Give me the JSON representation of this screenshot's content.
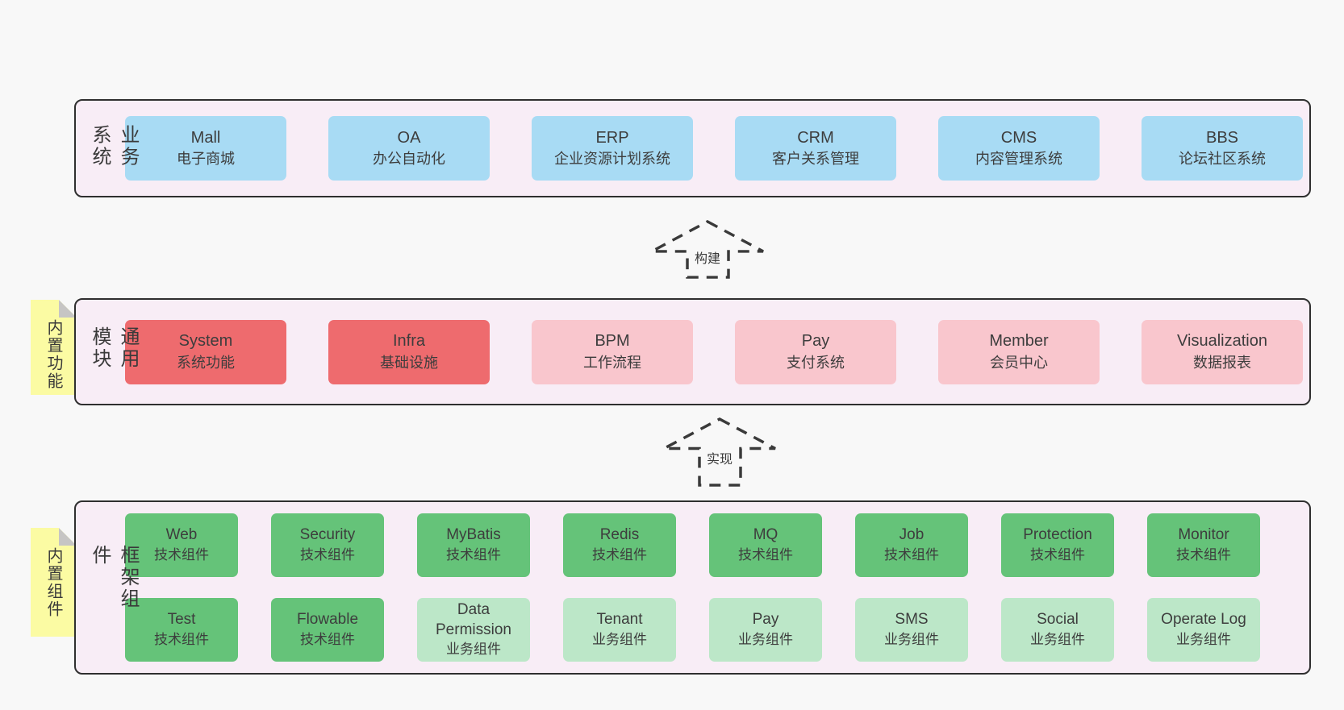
{
  "palette": {
    "page_bg": "#f8f8f8",
    "band_bg": "#f8edf6",
    "band_border": "#2f2f2f",
    "blue_box": "#a8dbf4",
    "red_box": "#ee6b6e",
    "pink_box": "#f9c6cd",
    "green_box": "#65c379",
    "light_green_box": "#bce7c8",
    "sticky_bg": "#fbfba3",
    "sticky_fold": "#c6c5c4",
    "text": "#3d3d3d",
    "arrow_stroke": "#3a3a3a"
  },
  "bands": [
    {
      "label": "业务系统",
      "boxes": [
        {
          "name": "Mall",
          "desc": "电子商城"
        },
        {
          "name": "OA",
          "desc": "办公自动化"
        },
        {
          "name": "ERP",
          "desc": "企业资源计划系统"
        },
        {
          "name": "CRM",
          "desc": "客户关系管理"
        },
        {
          "name": "CMS",
          "desc": "内容管理系统"
        },
        {
          "name": "BBS",
          "desc": "论坛社区系统"
        }
      ]
    },
    {
      "label": "通用模块",
      "sticky": "内置功能",
      "boxes": [
        {
          "name": "System",
          "desc": "系统功能"
        },
        {
          "name": "Infra",
          "desc": "基础设施"
        },
        {
          "name": "BPM",
          "desc": "工作流程"
        },
        {
          "name": "Pay",
          "desc": "支付系统"
        },
        {
          "name": "Member",
          "desc": "会员中心"
        },
        {
          "name": "Visualization",
          "desc": "数据报表"
        }
      ]
    },
    {
      "label": "框架组件",
      "sticky": "内置组件",
      "rows": [
        [
          {
            "name": "Web",
            "desc": "技术组件"
          },
          {
            "name": "Security",
            "desc": "技术组件"
          },
          {
            "name": "MyBatis",
            "desc": "技术组件"
          },
          {
            "name": "Redis",
            "desc": "技术组件"
          },
          {
            "name": "MQ",
            "desc": "技术组件"
          },
          {
            "name": "Job",
            "desc": "技术组件"
          },
          {
            "name": "Protection",
            "desc": "技术组件"
          },
          {
            "name": "Monitor",
            "desc": "技术组件"
          }
        ],
        [
          {
            "name": "Test",
            "desc": "技术组件"
          },
          {
            "name": "Flowable",
            "desc": "技术组件"
          },
          {
            "name": "Data Permission",
            "desc": "业务组件"
          },
          {
            "name": "Tenant",
            "desc": "业务组件"
          },
          {
            "name": "Pay",
            "desc": "业务组件"
          },
          {
            "name": "SMS",
            "desc": "业务组件"
          },
          {
            "name": "Social",
            "desc": "业务组件"
          },
          {
            "name": "Operate Log",
            "desc": "业务组件"
          }
        ]
      ]
    }
  ],
  "arrows": [
    {
      "label": "构建"
    },
    {
      "label": "实现"
    }
  ]
}
